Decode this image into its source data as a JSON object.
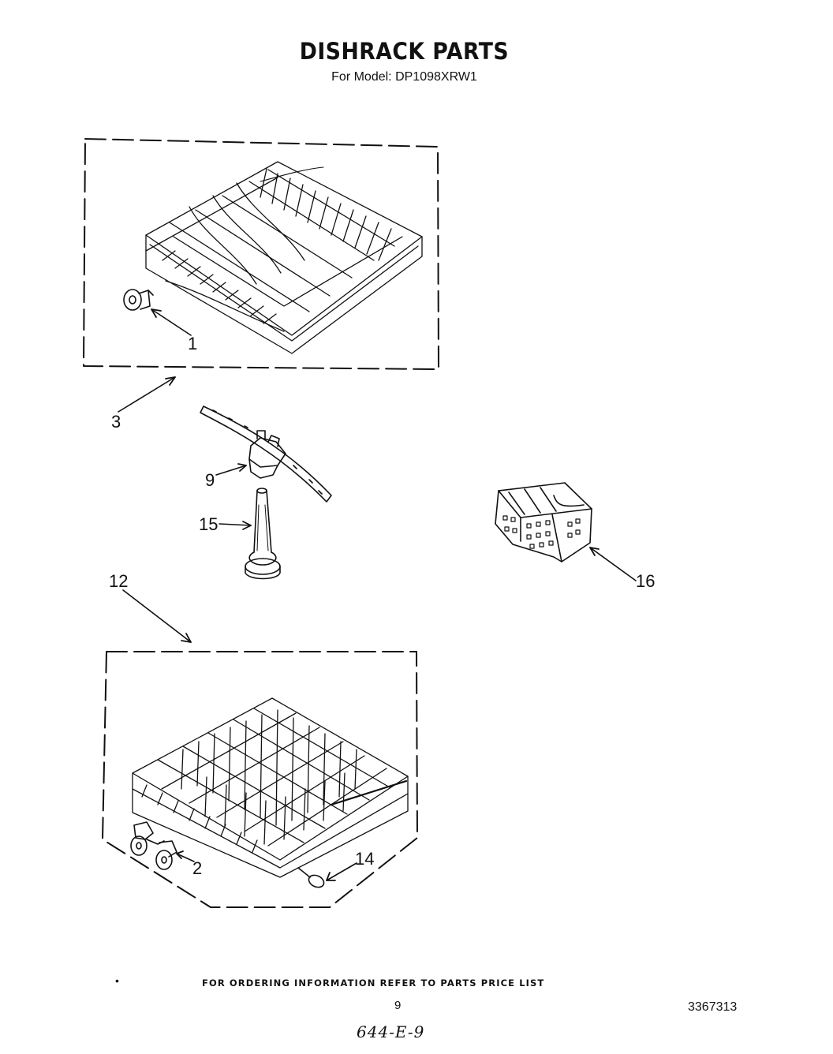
{
  "header": {
    "title": "DISHRACK PARTS",
    "subtitle": "For Model: DP1098XRW1"
  },
  "callouts": {
    "c1": "1",
    "c2": "2",
    "c3": "3",
    "c9": "9",
    "c12": "12",
    "c14": "14",
    "c15": "15",
    "c16": "16"
  },
  "footer": {
    "bullet": "•",
    "ordering_note": "FOR ORDERING INFORMATION REFER TO PARTS PRICE LIST",
    "page_number": "9",
    "document_number": "3367313",
    "handwritten_note": "644-E-9"
  }
}
